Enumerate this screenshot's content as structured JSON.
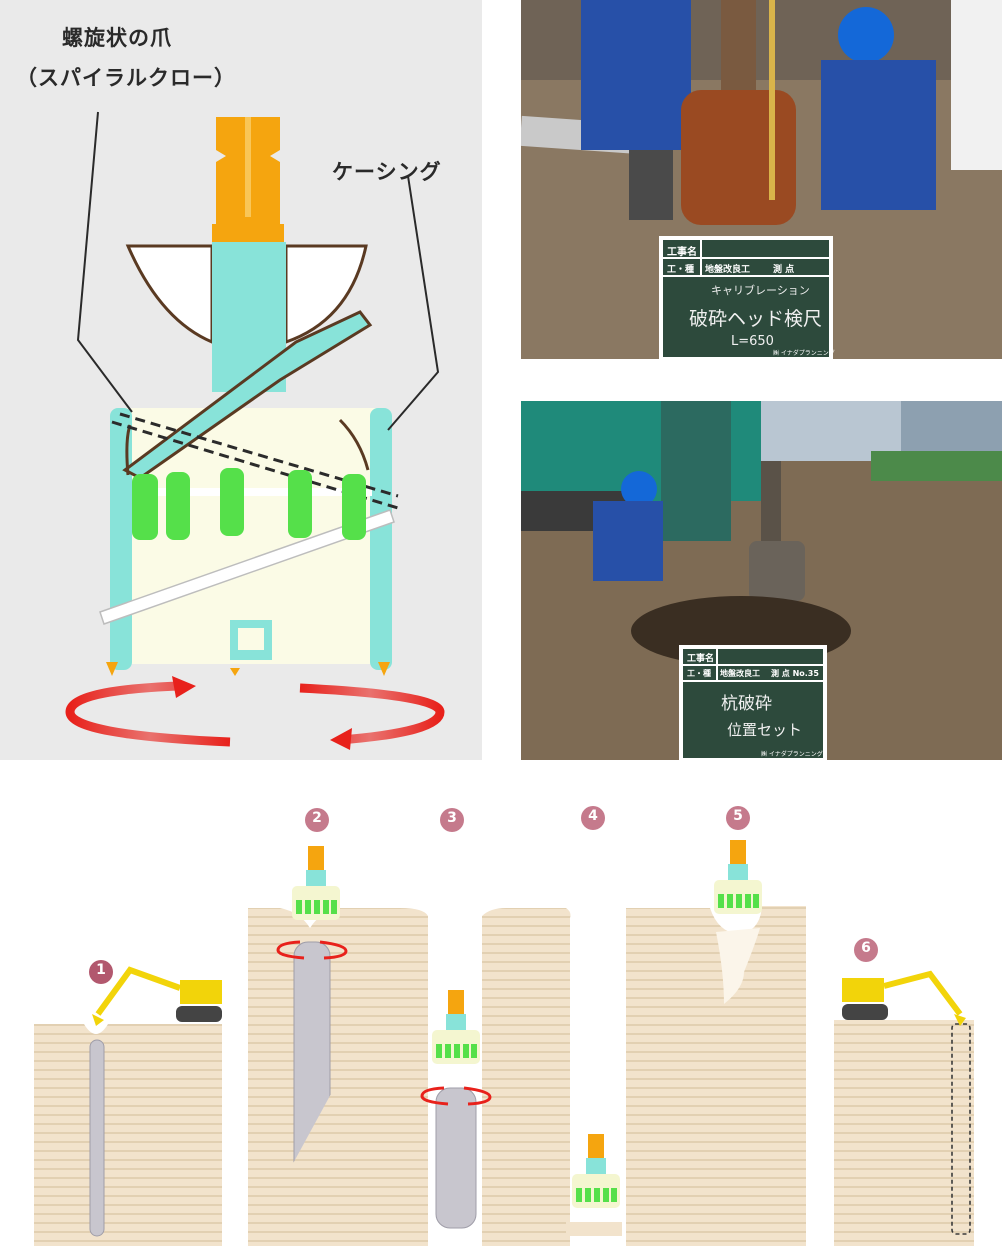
{
  "diagram": {
    "label_spiral_claw": "螺旋状の爪",
    "label_spiral_claw_kana": "（スパイラルクロー）",
    "label_casing": "ケーシング"
  },
  "photo_top": {
    "board_row1_label": "工事名",
    "board_row2_label": "工・種",
    "board_row2_value": "地盤改良工",
    "board_row2_point": "測 点",
    "board_line1": "キャリブレーション",
    "board_line2": "破砕ヘッド検尺",
    "board_line3": "L=650",
    "board_footer": "㈱ イナダプランニング"
  },
  "photo_bottom": {
    "board_row1_label": "工事名",
    "board_row2_label": "工・種",
    "board_row2_value": "地盤改良工",
    "board_row2_point": "測 点 No.35",
    "board_line1": "杭破砕",
    "board_line2": "位置セット",
    "board_footer": "㈱ イナダプランニング"
  },
  "steps": [
    {
      "number": "1"
    },
    {
      "number": "2"
    },
    {
      "number": "3"
    },
    {
      "number": "4"
    },
    {
      "number": "5"
    },
    {
      "number": "6"
    }
  ],
  "colors": {
    "casing": "#88e3d9",
    "claw": "#55e04a",
    "shaft": "#f5a50f",
    "body": "#fbfbe6",
    "arrow": "#e8211b",
    "soil": "#f2e3cc",
    "step_badge": "#b2586e"
  }
}
